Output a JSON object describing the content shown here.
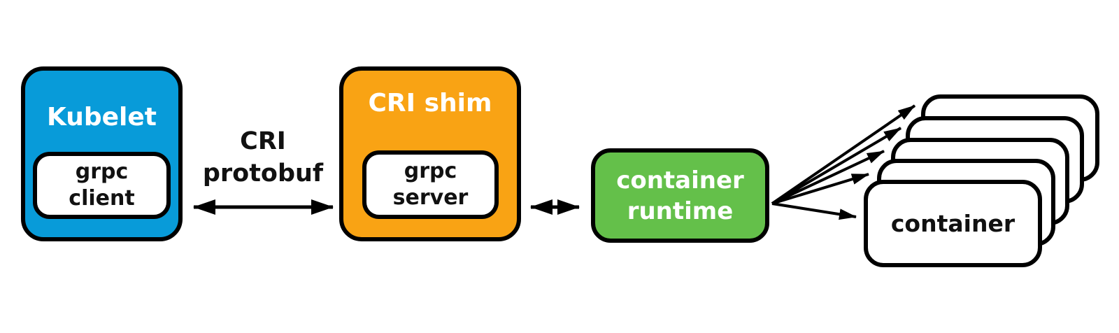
{
  "colors": {
    "kubelet_fill": "#089bd9",
    "cri_shim_fill": "#f9a314",
    "runtime_fill": "#64c04a",
    "container_fill": "#ffffff",
    "stroke": "#000000",
    "title_text": "#ffffff",
    "label_text": "#111111",
    "background": "#ffffff"
  },
  "nodes": {
    "kubelet": {
      "title": "Kubelet",
      "inner": {
        "line1": "grpc",
        "line2": "client"
      }
    },
    "cri_shim": {
      "title": "CRI shim",
      "inner": {
        "line1": "grpc",
        "line2": "server"
      }
    },
    "container_runtime": {
      "line1": "container",
      "line2": "runtime"
    },
    "containers": {
      "front_label": "container",
      "count": 5
    }
  },
  "edges": {
    "kubelet_to_cri_shim": {
      "style": "double-arrow",
      "label": {
        "line1": "CRI",
        "line2": "protobuf"
      }
    },
    "cri_shim_to_runtime": {
      "style": "double-arrow"
    },
    "runtime_to_containers": {
      "style": "fan-arrows",
      "arrow_count": 5
    }
  }
}
